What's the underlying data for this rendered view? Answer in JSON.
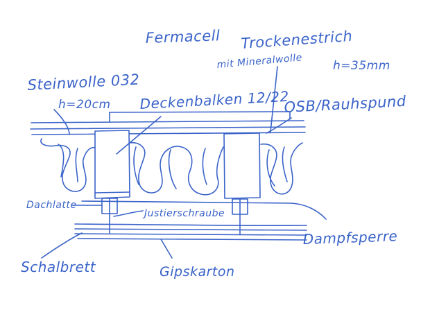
{
  "diagram": {
    "ink_color": "#3a63c9",
    "labels": {
      "fermacell": "Fermacell",
      "trockenestrich": "Trockenestrich",
      "mineralwolle": "mit Mineralwolle",
      "estrich_hoehe": "h=35mm",
      "steinwolle": "Steinwolle 032",
      "steinwolle_hoehe": "h=20cm",
      "deckenbalken": "Deckenbalken 12/22",
      "osb": "OSB/Rauhspund",
      "dachlatte": "Dachlatte",
      "justierschraube": "Justierschraube",
      "dampfsperre": "Dampfsperre",
      "schalbrett": "Schalbrett",
      "gipskarton": "Gipskarton"
    }
  }
}
